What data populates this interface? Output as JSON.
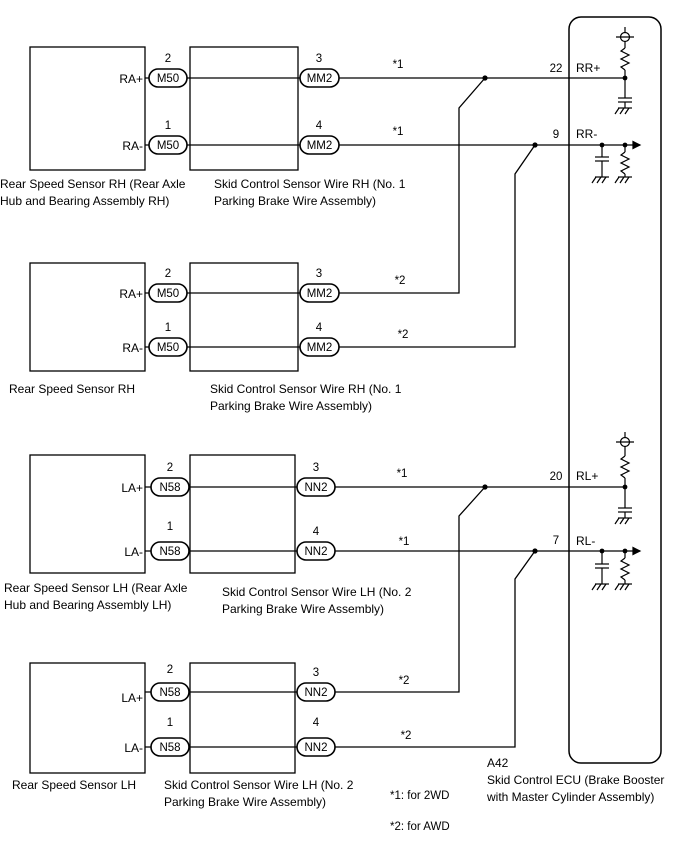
{
  "groups": [
    {
      "sensor": {
        "label_lines": [
          "Rear Speed Sensor RH (Rear Axle",
          "Hub and Bearing Assembly RH)"
        ]
      },
      "wire": {
        "label_lines": [
          "Skid Control Sensor Wire RH (No. 1",
          "Parking Brake Wire Assembly)"
        ]
      },
      "pins": [
        {
          "sensor_pin": "RA+",
          "sensor_pin_no": "2",
          "sensor_connector": "M50",
          "wire_pin_no": "3",
          "wire_connector": "MM2",
          "note": "*1"
        },
        {
          "sensor_pin": "RA-",
          "sensor_pin_no": "1",
          "sensor_connector": "M50",
          "wire_pin_no": "4",
          "wire_connector": "MM2",
          "note": "*1"
        }
      ]
    },
    {
      "sensor": {
        "label_lines": [
          "Rear Speed Sensor RH"
        ]
      },
      "wire": {
        "label_lines": [
          "Skid Control Sensor Wire RH (No. 1",
          "Parking Brake Wire Assembly)"
        ]
      },
      "pins": [
        {
          "sensor_pin": "RA+",
          "sensor_pin_no": "2",
          "sensor_connector": "M50",
          "wire_pin_no": "3",
          "wire_connector": "MM2",
          "note": "*2"
        },
        {
          "sensor_pin": "RA-",
          "sensor_pin_no": "1",
          "sensor_connector": "M50",
          "wire_pin_no": "4",
          "wire_connector": "MM2",
          "note": "*2"
        }
      ]
    },
    {
      "sensor": {
        "label_lines": [
          "Rear Speed Sensor LH (Rear Axle",
          "Hub and Bearing Assembly LH)"
        ]
      },
      "wire": {
        "label_lines": [
          "Skid Control Sensor Wire LH (No. 2",
          "Parking Brake Wire Assembly)"
        ]
      },
      "pins": [
        {
          "sensor_pin": "LA+",
          "sensor_pin_no": "2",
          "sensor_connector": "N58",
          "wire_pin_no": "3",
          "wire_connector": "NN2",
          "note": "*1"
        },
        {
          "sensor_pin": "LA-",
          "sensor_pin_no": "1",
          "sensor_connector": "N58",
          "wire_pin_no": "4",
          "wire_connector": "NN2",
          "note": "*1"
        }
      ]
    },
    {
      "sensor": {
        "label_lines": [
          "Rear Speed Sensor LH"
        ]
      },
      "wire": {
        "label_lines": [
          "Skid Control Sensor Wire LH (No. 2",
          "Parking Brake Wire Assembly)"
        ]
      },
      "pins": [
        {
          "sensor_pin": "LA+",
          "sensor_pin_no": "2",
          "sensor_connector": "N58",
          "wire_pin_no": "3",
          "wire_connector": "NN2",
          "note": "*2"
        },
        {
          "sensor_pin": "LA-",
          "sensor_pin_no": "1",
          "sensor_connector": "N58",
          "wire_pin_no": "4",
          "wire_connector": "NN2",
          "note": "*2"
        }
      ]
    }
  ],
  "ecu": {
    "connector": "A42",
    "label_lines": [
      "Skid Control ECU (Brake Booster",
      "with Master Cylinder Assembly)"
    ],
    "pins": [
      {
        "pin_no": "22",
        "name": "RR+"
      },
      {
        "pin_no": "9",
        "name": "RR-"
      },
      {
        "pin_no": "20",
        "name": "RL+"
      },
      {
        "pin_no": "7",
        "name": "RL-"
      }
    ]
  },
  "legend": [
    "*1: for 2WD",
    "*2: for AWD"
  ]
}
